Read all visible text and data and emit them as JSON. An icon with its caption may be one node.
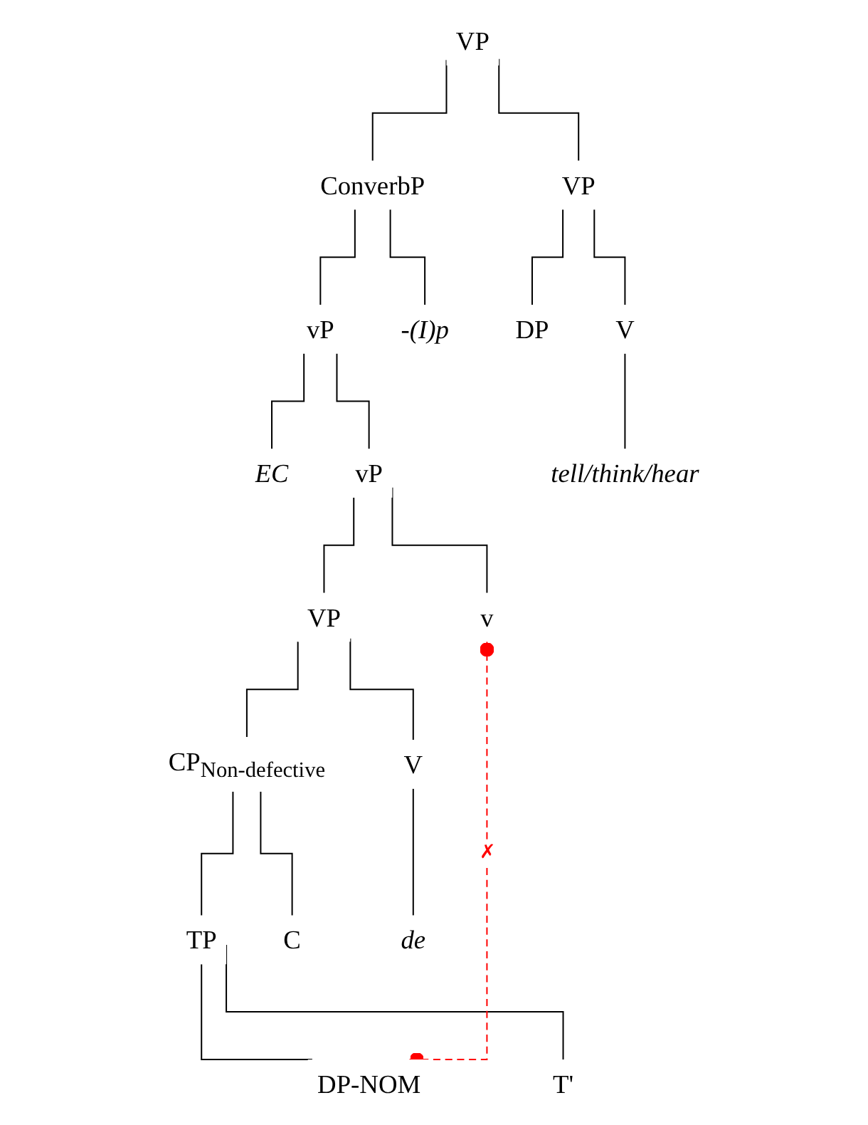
{
  "diagram": {
    "nodes": [
      {
        "text": [
          "VP"
        ]
      },
      {
        "text": [
          "ConverbP"
        ]
      },
      {
        "text": [
          "VP"
        ]
      },
      {
        "text": [
          "vP"
        ]
      },
      {
        "text": [
          "-(I)p"
        ]
      },
      {
        "text": [
          "DP"
        ]
      },
      {
        "text": [
          "V"
        ]
      },
      {
        "text": [
          "EC"
        ]
      },
      {
        "text": [
          "vP"
        ]
      },
      {
        "text": [
          "tell/think/hear"
        ]
      },
      {
        "text": [
          "VP"
        ]
      },
      {
        "text": [
          "v"
        ]
      },
      {
        "text": [
          "CP$_{Non-defective}$"
        ]
      },
      {
        "text": [
          "V"
        ]
      },
      {
        "text": [
          "TP"
        ]
      },
      {
        "text": [
          "C"
        ]
      },
      {
        "text": [
          "de"
        ]
      },
      {
        "text": [
          "DP-NOM"
        ]
      },
      {
        "text": [
          "T'"
        ]
      }
    ],
    "edges": [
      {
        "from": 0,
        "to": 1,
        "arrow": "none"
      },
      {
        "from": 0,
        "to": 2,
        "arrow": "none"
      },
      {
        "from": 1,
        "to": 3,
        "arrow": "none"
      },
      {
        "from": 1,
        "to": 4,
        "arrow": "none"
      },
      {
        "from": 2,
        "to": 5,
        "arrow": "none"
      },
      {
        "from": 2,
        "to": 6,
        "arrow": "none"
      },
      {
        "from": 3,
        "to": 7,
        "arrow": "none"
      },
      {
        "from": 3,
        "to": 8,
        "arrow": "none"
      },
      {
        "from": 6,
        "to": 9,
        "arrow": "none"
      },
      {
        "from": 8,
        "to": 10,
        "arrow": "none"
      },
      {
        "from": 8,
        "to": 11,
        "arrow": "none"
      },
      {
        "from": 10,
        "to": 12,
        "arrow": "none"
      },
      {
        "from": 10,
        "to": 13,
        "arrow": "none"
      },
      {
        "from": 12,
        "to": 14,
        "arrow": "none"
      },
      {
        "from": 12,
        "to": 15,
        "arrow": "none"
      },
      {
        "from": 13,
        "to": 16,
        "arrow": "none"
      },
      {
        "from": 14,
        "to": 17,
        "arrow": "none"
      },
      {
        "from": 14,
        "to": 18,
        "arrow": "none"
      },
      {
        "from": 11,
        "to": 17,
        "arrow": "other",
        "style": "dashed",
        "color": "#ff0000",
        "label": "✗"
      }
    ]
  }
}
